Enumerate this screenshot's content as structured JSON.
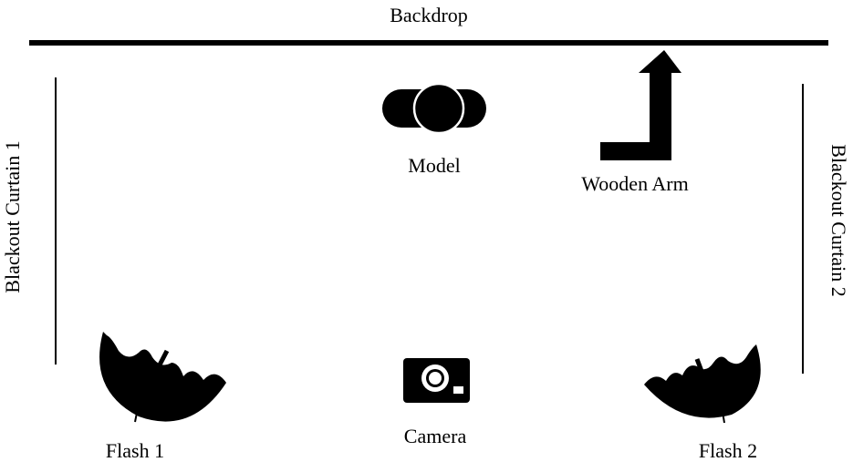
{
  "labels": {
    "backdrop": "Backdrop",
    "model": "Model",
    "wooden_arm": "Wooden Arm",
    "curtain_1": "Blackout Curtain 1",
    "curtain_2": "Blackout Curtain 2",
    "camera": "Camera",
    "flash_1": "Flash 1",
    "flash_2": "Flash 2"
  },
  "colors": {
    "ink": "#000000",
    "paper": "#ffffff"
  },
  "icons": {
    "model": "model-head-icon",
    "wooden_arm": "arrow-up-icon",
    "camera": "camera-icon",
    "flash_1": "umbrella-icon",
    "flash_2": "umbrella-icon"
  }
}
